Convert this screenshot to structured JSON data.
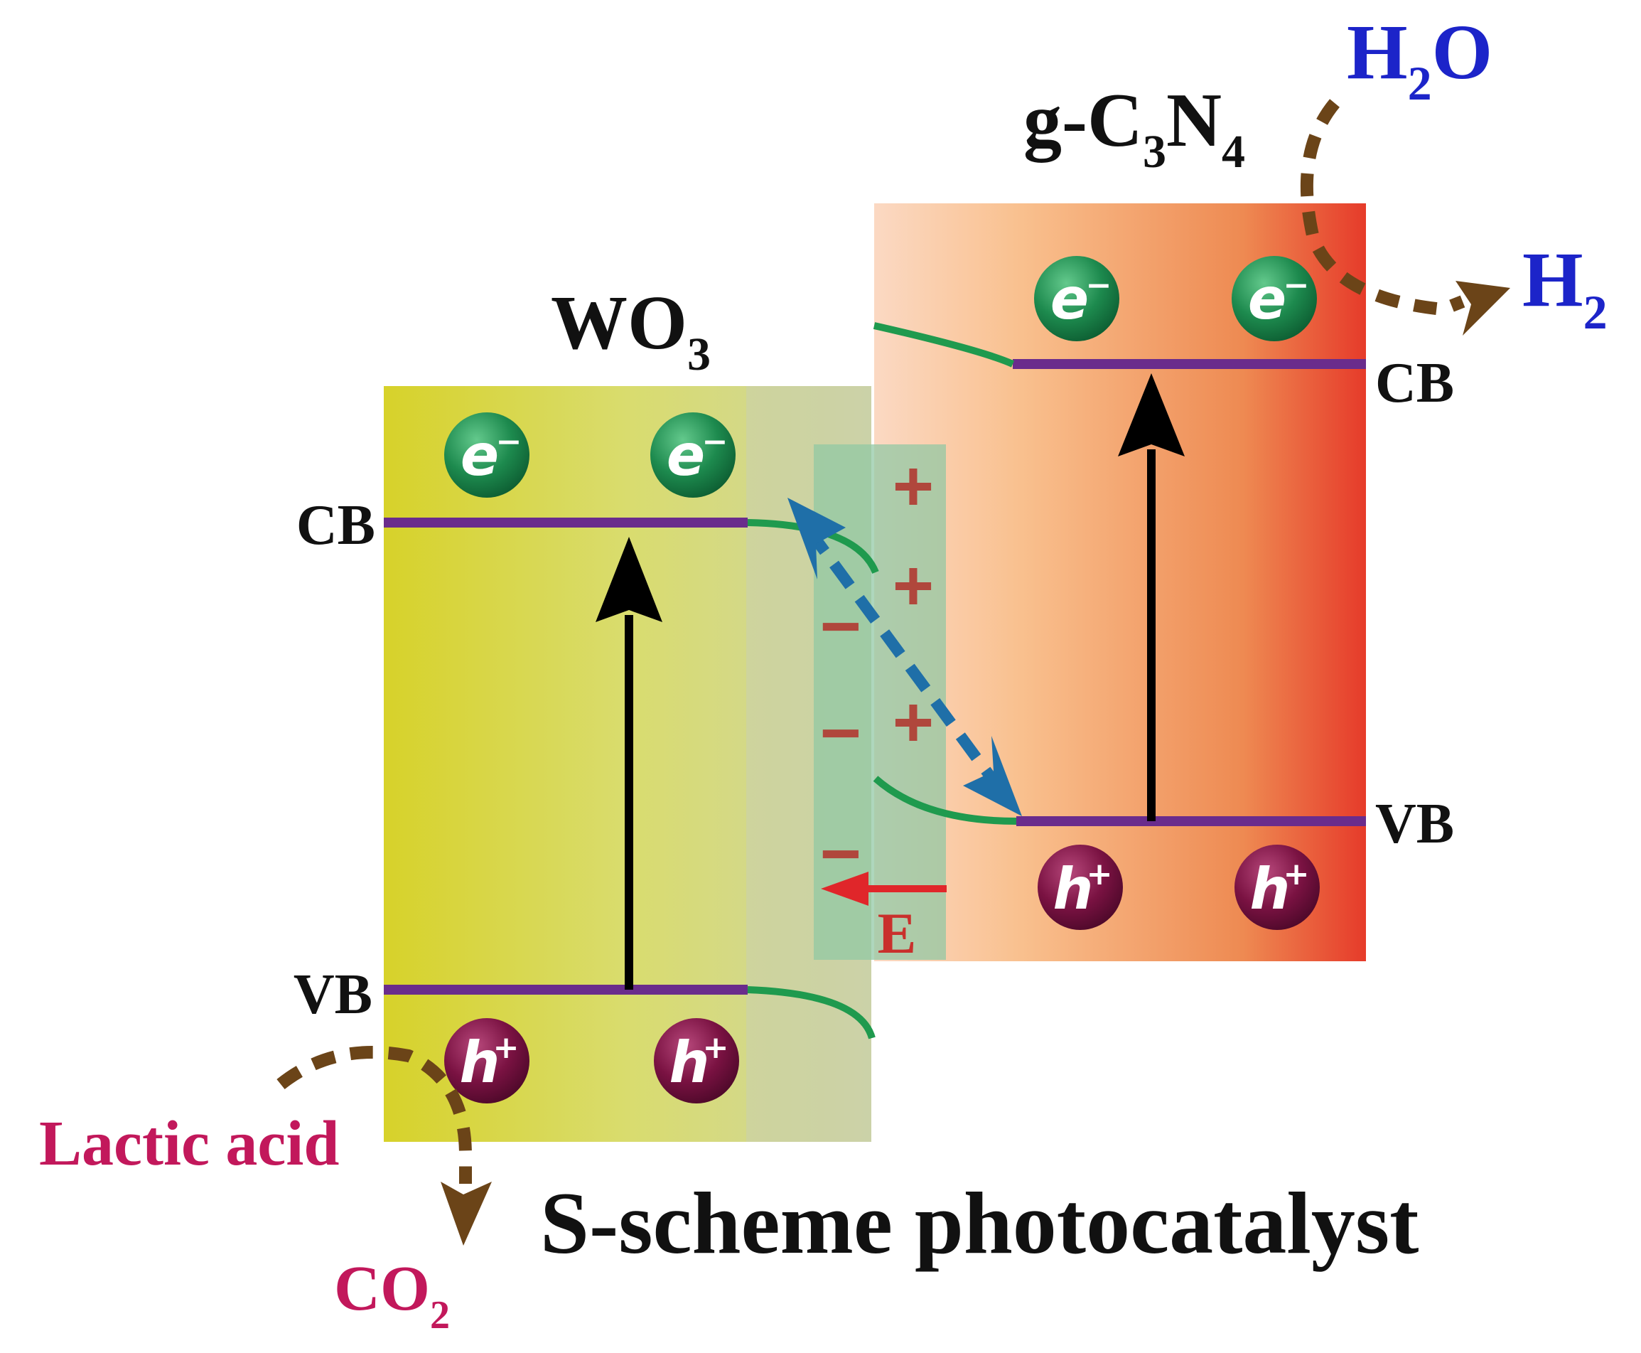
{
  "title": "S-scheme photocatalyst",
  "wo3": {
    "name": "WO",
    "sub": "3",
    "cb_label": "CB",
    "vb_label": "VB",
    "electron_symbol": "e",
    "electron_charge": "−",
    "hole_symbol": "h",
    "hole_charge": "+"
  },
  "gcn": {
    "name_prefix": "g-C",
    "sub1": "3",
    "name_mid": "N",
    "sub2": "4",
    "cb_label": "CB",
    "vb_label": "VB",
    "electron_symbol": "e",
    "electron_charge": "−",
    "hole_symbol": "h",
    "hole_charge": "+"
  },
  "interface": {
    "plus": "+",
    "minus": "−",
    "field_label": "E"
  },
  "reactions": {
    "water": {
      "main": "H",
      "sub": "2",
      "tail": "O"
    },
    "hydrogen": {
      "main": "H",
      "sub": "2"
    },
    "lactic_acid": "Lactic acid",
    "co2": {
      "main": "CO",
      "sub": "2"
    }
  },
  "colors": {
    "band_line": "#6a2c8c",
    "bending": "#1f9a4e",
    "electron": "#1d8a4e",
    "hole": "#7a1242",
    "field_arrow": "#e0262a",
    "charge_mark": "#b0473c",
    "dashed_transfer": "#1f6fa8",
    "reaction_arrow": "#6b4418",
    "product_blue": "#1c24c9",
    "reactant_pink": "#c2185b"
  }
}
